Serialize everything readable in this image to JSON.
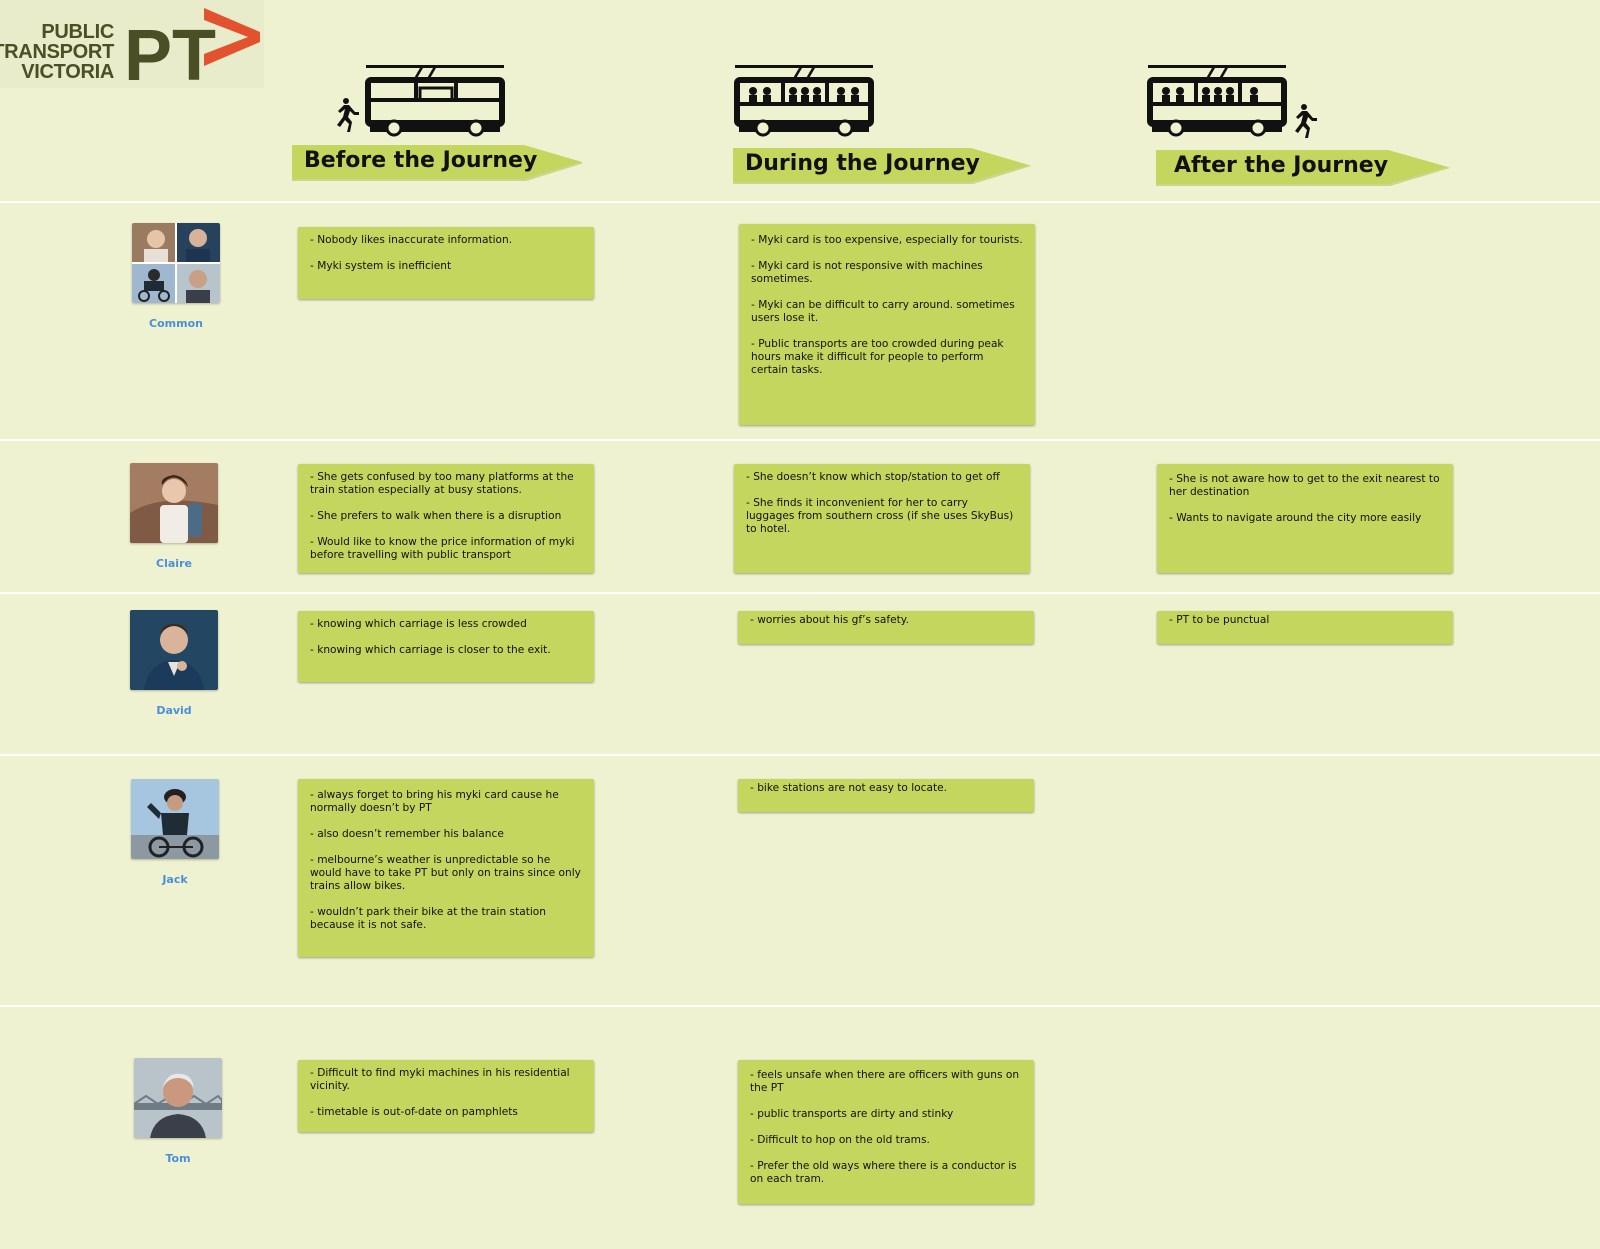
{
  "logo": {
    "lines": [
      "PUBLIC",
      "TRANSPORT",
      "VICTORIA"
    ],
    "mark": "PT",
    "arrow_color": "#e2522f",
    "text_color": "#4b4f25"
  },
  "colors": {
    "background": "#eef2d0",
    "note": "#c5d65e",
    "banner": "#c5d65e",
    "name": "#4a90d9"
  },
  "stages": [
    {
      "label": "Before the Journey",
      "icon": "empty-tram-with-running-person-icon"
    },
    {
      "label": "During the Journey",
      "icon": "full-tram-icon"
    },
    {
      "label": "After the Journey",
      "icon": "full-tram-with-person-leaving-icon"
    }
  ],
  "personas": [
    {
      "name": "Common",
      "avatar": "group-collage-avatar",
      "before": [
        "- Nobody likes inaccurate information.",
        "- Myki system is inefficient"
      ],
      "during": [
        "- Myki card is too expensive, especially for tourists.",
        "- Myki card is not responsive with machines sometimes.",
        "- Myki can be difficult to carry around. sometimes users lose it.",
        "- Public transports are too crowded during peak hours make it difficult for people to perform certain tasks."
      ],
      "after": []
    },
    {
      "name": "Claire",
      "avatar": "woman-backpacker-avatar",
      "before": [
        "- She gets confused by too many platforms at the train station especially at busy stations.",
        "- She prefers to walk when there is a disruption",
        "- Would like to know the price information of myki before travelling with public transport"
      ],
      "during": [
        "- She doesn’t know which stop/station to get off",
        "- She finds it inconvenient for her to carry luggages from southern cross (if she uses SkyBus) to hotel."
      ],
      "after": [
        "- She is not aware how to get to the exit nearest to her destination",
        "- Wants to navigate around the city more easily"
      ]
    },
    {
      "name": "David",
      "avatar": "man-in-suit-avatar",
      "before": [
        "- knowing which carriage is less crowded",
        "- knowing which carriage is closer to the exit."
      ],
      "during": [
        "- worries about his gf’s safety."
      ],
      "after": [
        "- PT to be punctual"
      ]
    },
    {
      "name": "Jack",
      "avatar": "cyclist-avatar",
      "before": [
        "- always forget to bring his myki card cause he normally doesn’t by PT",
        "- also doesn’t remember his balance",
        "- melbourne’s weather is unpredictable so he would have to take PT but only on trains since only trains allow bikes.",
        "- wouldn’t park their bike at the train station because it is not safe."
      ],
      "during": [
        "- bike stations are not easy to locate."
      ],
      "after": []
    },
    {
      "name": "Tom",
      "avatar": "elderly-man-avatar",
      "before": [
        "- Difficult to find myki machines in his residential vicinity.",
        "- timetable is out-of-date on pamphlets"
      ],
      "during": [
        "- feels unsafe when there are officers with guns on the PT",
        "- public transports are dirty and stinky",
        "- Difficult to hop on the old trams.",
        "- Prefer the old ways where there is a conductor is on each tram."
      ],
      "after": []
    }
  ]
}
